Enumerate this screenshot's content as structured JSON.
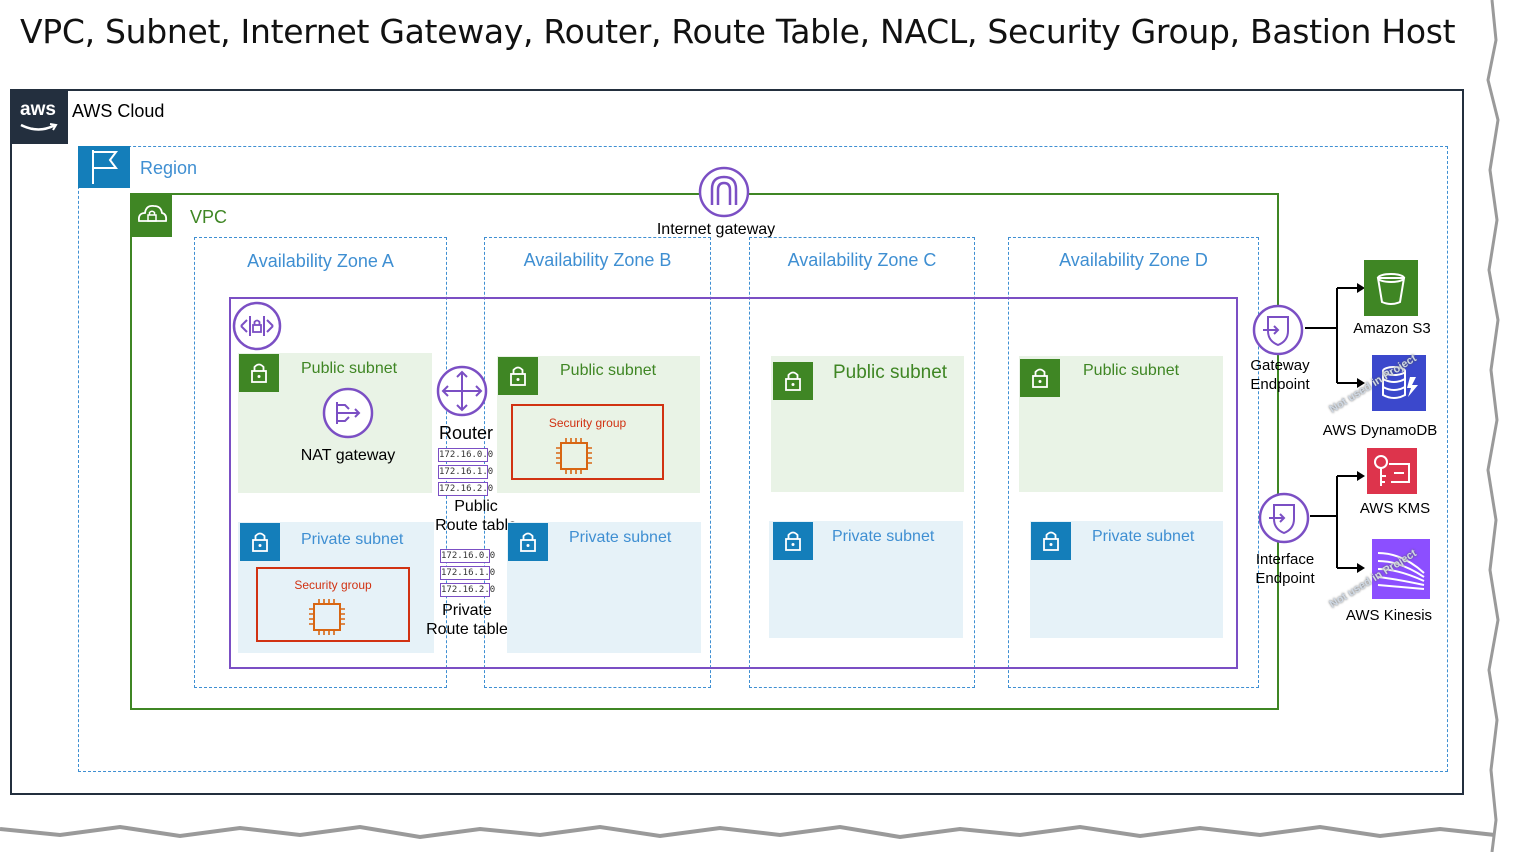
{
  "title": "VPC, Subnet, Internet Gateway, Router, Route Table, NACL, Security Group, Bastion Host",
  "cloud": {
    "logo_text": "aws",
    "label": "AWS Cloud"
  },
  "region": {
    "label": "Region"
  },
  "vpc": {
    "label": "VPC"
  },
  "internet_gateway": {
    "label": "Internet gateway"
  },
  "availability_zones": [
    {
      "label": "Availability Zone A"
    },
    {
      "label": "Availability Zone B"
    },
    {
      "label": "Availability Zone C"
    },
    {
      "label": "Availability Zone D"
    }
  ],
  "subnets": {
    "public_label": "Public subnet",
    "private_label": "Private subnet"
  },
  "security_group_label": "Security group",
  "nat_gateway": {
    "label": "NAT gateway"
  },
  "router": {
    "label": "Router"
  },
  "route_tables": {
    "entries": [
      "172.16.0.0",
      "172.16.1.0",
      "172.16.2.0"
    ],
    "public_label_1": "Public",
    "public_label_2": "Route table",
    "private_label_1": "Private",
    "private_label_2": "Route table"
  },
  "endpoints": {
    "gateway_1": "Gateway",
    "gateway_2": "Endpoint",
    "interface_1": "Interface",
    "interface_2": "Endpoint"
  },
  "services": {
    "s3": "Amazon S3",
    "dynamodb": "AWS DynamoDB",
    "kms": "AWS KMS",
    "kinesis": "AWS Kinesis",
    "not_used_note": "Not used in Project"
  },
  "colors": {
    "aws_dark": "#232f3e",
    "region_blue": "#147eba",
    "vpc_green": "#3f8624",
    "security_red": "#d13212",
    "network_purple": "#7b4fc4",
    "s3_green": "#3f8624",
    "dynamodb_blue": "#3b48cc",
    "kms_red": "#dd344c",
    "kinesis_purple": "#8c4fff"
  }
}
